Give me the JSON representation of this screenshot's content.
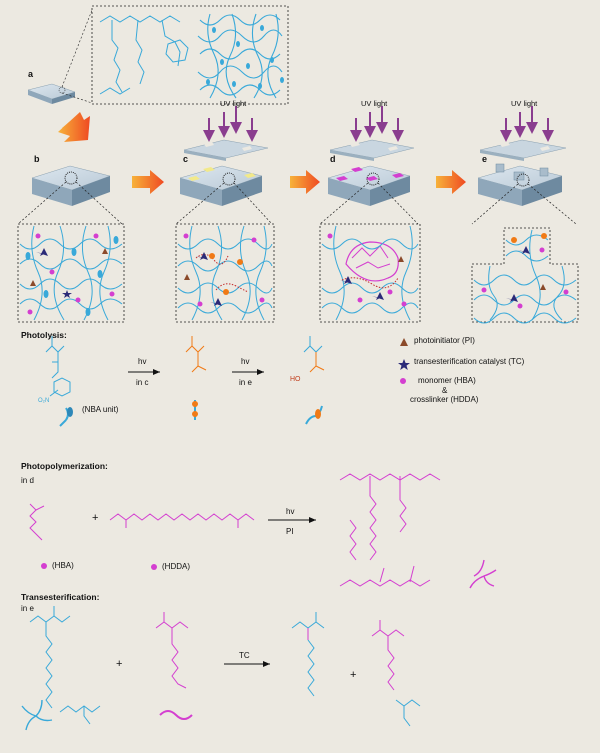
{
  "panels": {
    "a": "a",
    "b": "b",
    "c": "c",
    "d": "d",
    "e": "e"
  },
  "uv": {
    "label": "UV light"
  },
  "sections": {
    "photolysis": "Photolysis:",
    "photopolymerization": "Photopolymerization:",
    "transesterification": "Transesterification:"
  },
  "photolysis": {
    "hv1": "hv",
    "cond1": "in c",
    "hv2": "hv",
    "cond2": "in e",
    "nba_unit": "(NBA unit)",
    "no2": "O₂N",
    "ho": "HO"
  },
  "photopolymerization": {
    "in": "in d",
    "plus": "+",
    "hv": "hv",
    "pi": "PI",
    "hba": "(HBA)",
    "hdda": "(HDDA)"
  },
  "transesterification": {
    "in": "in e",
    "plus1": "+",
    "tc": "TC",
    "plus2": "+"
  },
  "legend": {
    "pi": "photoinitiator (PI)",
    "tc": "transesterification catalyst (TC)",
    "monomer": "monomer (HBA)",
    "amp": "&",
    "crosslinker": "crosslinker (HDDA)"
  },
  "colors": {
    "network": "#39a9d9",
    "magenta": "#d43fd0",
    "orange": "#f07a16",
    "arrow_orange": "#f0622a",
    "uv_arrow": "#8a3d8f",
    "catalyst": "#2b2a78",
    "pi": "#8b4a2a",
    "pad_yellow": "#f2e98a",
    "bg": "#ece9e1"
  }
}
